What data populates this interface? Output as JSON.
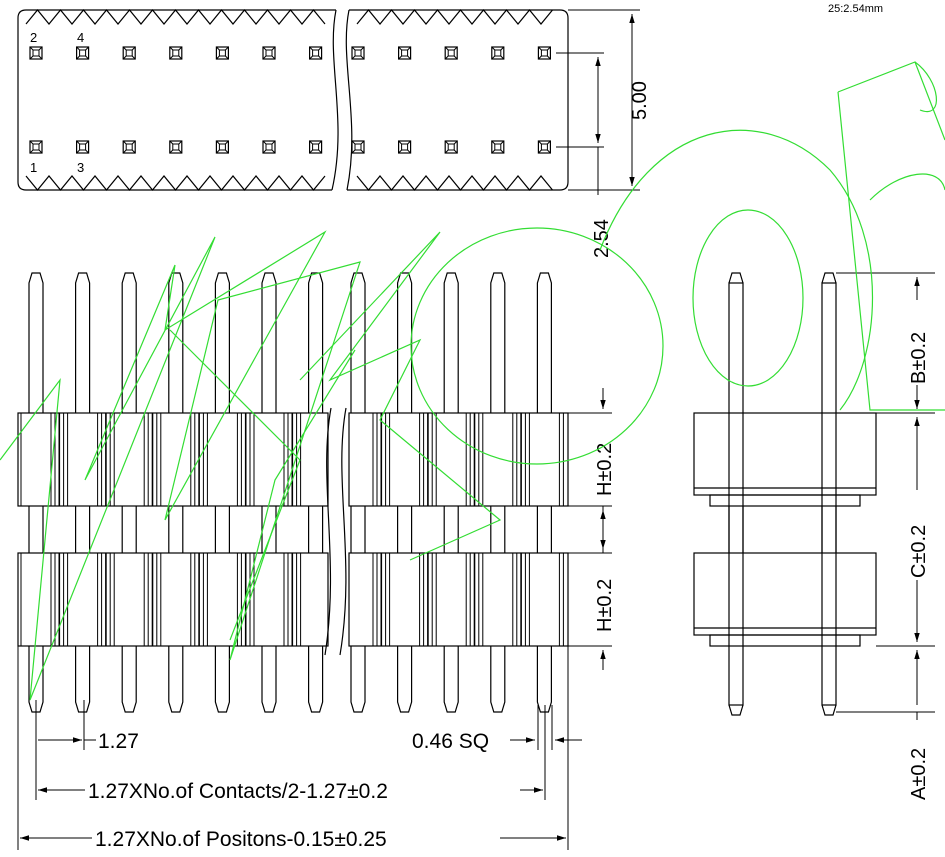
{
  "scale_note": "25:2.54mm",
  "top_view": {
    "pin_numbers_top": [
      "2",
      "4"
    ],
    "pin_numbers_bottom": [
      "1",
      "3"
    ],
    "dim_height": "5.00",
    "dim_pitch": "2.54"
  },
  "front_view": {
    "dim_h_upper": "H±0.2",
    "dim_h_lower": "H±0.2",
    "dim_pitch": "1.27",
    "dim_square": "0.46 SQ",
    "dim_contacts": "1.27XNo.of Contacts/2-1.27±0.2",
    "dim_positions": "1.27XNo.of Positons-0.15±0.25"
  },
  "side_view": {
    "dim_b": "B±0.2",
    "dim_c": "C±0.2",
    "dim_a": "A±0.2"
  },
  "colors": {
    "line": "#000000",
    "watermark": "#33dd33"
  }
}
